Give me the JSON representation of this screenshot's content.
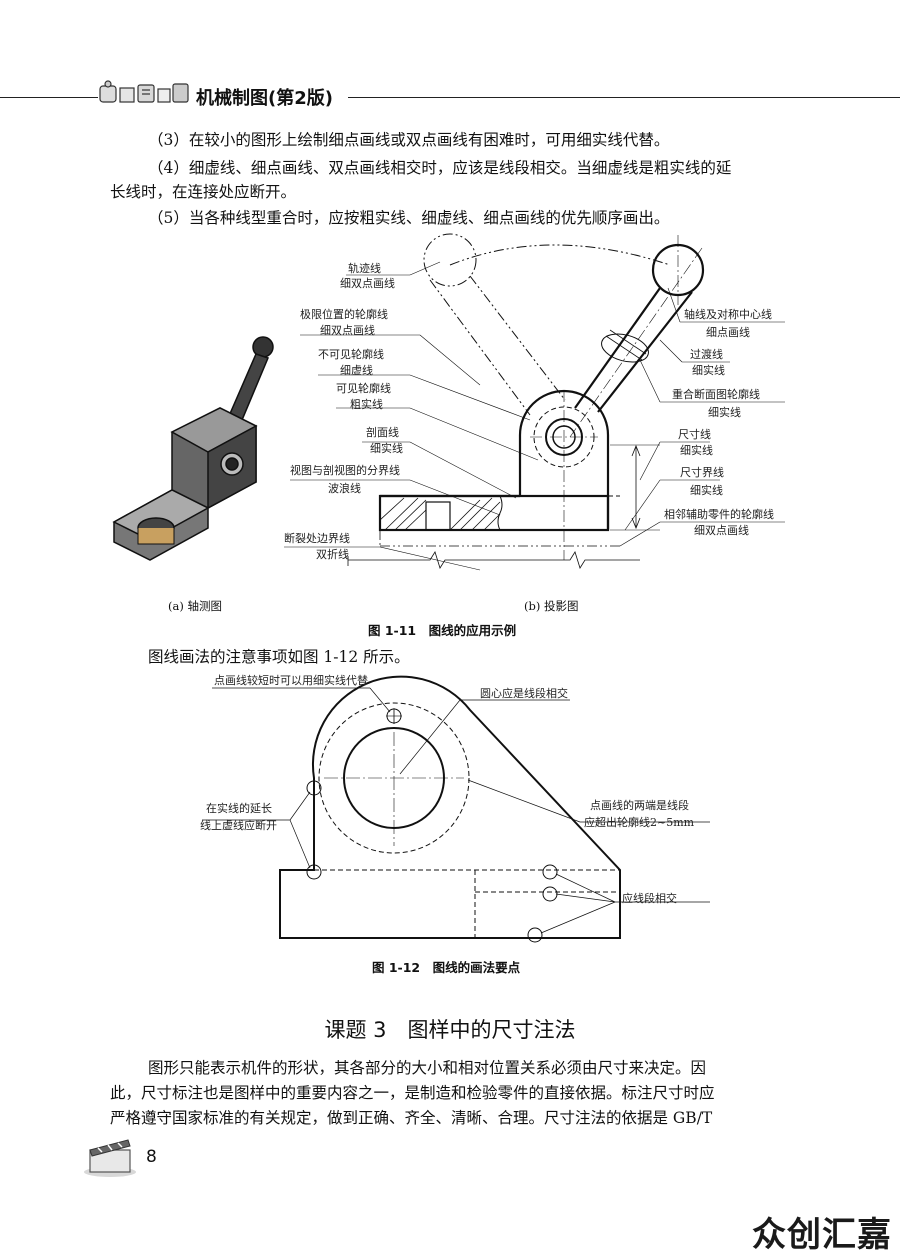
{
  "header": {
    "book_title": "机械制图(第2版)"
  },
  "body_text": {
    "p3": "（3）在较小的图形上绘制细点画线或双点画线有困难时，可用细实线代替。",
    "p4_line1": "（4）细虚线、细点画线、双点画线相交时，应该是线段相交。当细虚线是粗实线的延",
    "p4_line2": "长线时，在连接处应断开。",
    "p5": "（5）当各种线型重合时，应按粗实线、细虚线、细点画线的优先顺序画出。"
  },
  "figure_1_11": {
    "labels": {
      "trajectory": "轨迹线",
      "trajectory_type": "细双点画线",
      "limit_contour": "极限位置的轮廓线",
      "limit_contour_type": "细双点画线",
      "hidden_contour": "不可见轮廓线",
      "hidden_contour_type": "细虚线",
      "visible_contour": "可见轮廓线",
      "visible_contour_type": "粗实线",
      "section_line": "剖面线",
      "section_line_type": "细实线",
      "boundary": "视图与剖视图的分界线",
      "boundary_type": "波浪线",
      "break_line": "断裂处边界线",
      "break_line_type": "双折线",
      "axis_line": "轴线及对称中心线",
      "axis_line_type": "细点画线",
      "transition_line": "过渡线",
      "transition_line_type": "细实线",
      "overlap_section": "重合断面图轮廓线",
      "overlap_section_type": "细实线",
      "dimension_line": "尺寸线",
      "dimension_line_type": "细实线",
      "extension_line": "尺寸界线",
      "extension_line_type": "细实线",
      "adjacent_part": "相邻辅助零件的轮廓线",
      "adjacent_part_type": "细双点画线"
    },
    "sub_a": "(a) 轴测图",
    "sub_b": "(b) 投影图",
    "caption": "图 1-11　图线的应用示例"
  },
  "intro_1_12": "图线画法的注意事项如图 1-12 所示。",
  "figure_1_12": {
    "labels": {
      "short_dash_dot": "点画线较短时可以用细实线代替",
      "circle_center": "圆心应是线段相交",
      "extension_break_1": "在实线的延长",
      "extension_break_2": "线上虚线应断开",
      "dash_dot_ends_1": "点画线的两端是线段",
      "dash_dot_ends_2": "应超出轮廓线2~5mm",
      "segments_intersect": "应线段相交"
    },
    "caption": "图 1-12　图线的画法要点"
  },
  "section": {
    "title": "课题 3　图样中的尺寸注法"
  },
  "section_text": {
    "line1": "图形只能表示机件的形状，其各部分的大小和相对位置关系必须由尺寸来决定。因",
    "line2": "此，尺寸标注也是图样中的重要内容之一，是制造和检验零件的直接依据。标注尺寸时应",
    "line3": "严格遵守国家标准的有关规定，做到正确、齐全、清晰、合理。尺寸注法的依据是 GB/T"
  },
  "footer": {
    "page_number": "8"
  },
  "watermark": "众创汇嘉"
}
